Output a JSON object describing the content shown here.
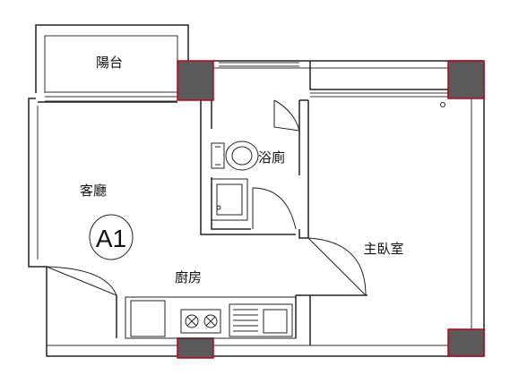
{
  "rooms": {
    "balcony": "陽台",
    "living_room": "客廳",
    "bathroom": "浴廁",
    "kitchen": "廚房",
    "master_bedroom": "主臥室"
  },
  "unit_label": "A1",
  "colors": {
    "pillar_fill": "#5a5a5a",
    "pillar_outline": "#c0001a",
    "wall": "#222222"
  }
}
